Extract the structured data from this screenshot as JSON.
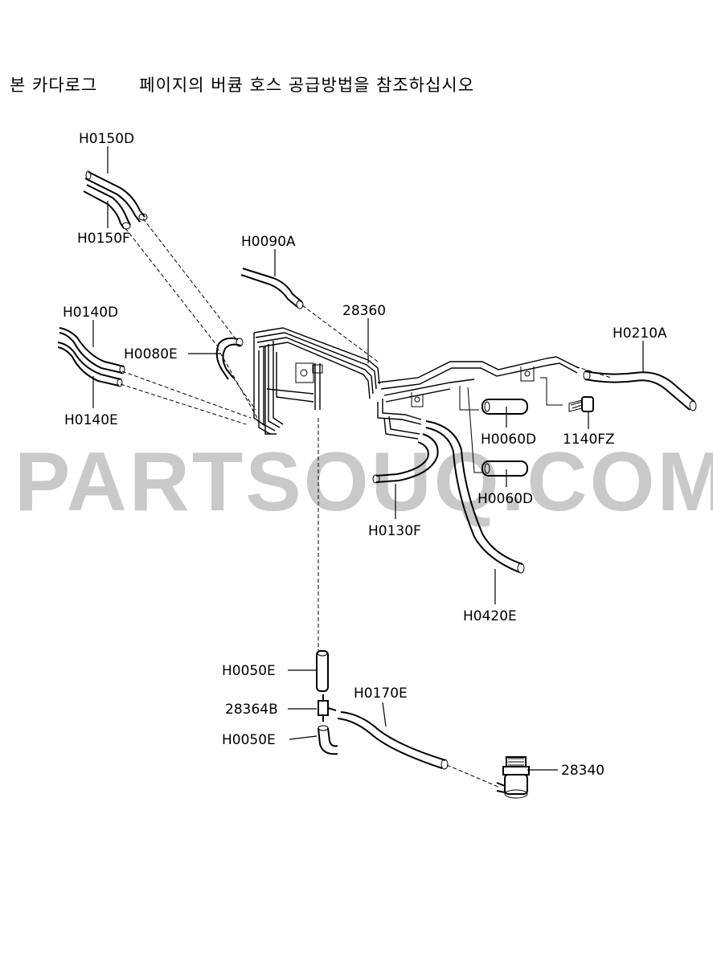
{
  "note": {
    "line_a": "본 카다로그",
    "line_b": "페이지의 버큠 호스 공급방법을 참조하십시오"
  },
  "watermark": "PARTSOUQ.COM",
  "labels": {
    "h0150d": "H0150D",
    "h0150f": "H0150F",
    "h0090a": "H0090A",
    "p28360": "28360",
    "h0210a": "H0210A",
    "h0140d": "H0140D",
    "h0080e": "H0080E",
    "h0140e": "H0140E",
    "h0060d_a": "H0060D",
    "p1140fz": "1140FZ",
    "h0060d_b": "H0060D",
    "h0130f": "H0130F",
    "h0420e": "H0420E",
    "h0050e_a": "H0050E",
    "p28364b": "28364B",
    "h0050e_b": "H0050E",
    "h0170e": "H0170E",
    "p28340": "28340"
  }
}
